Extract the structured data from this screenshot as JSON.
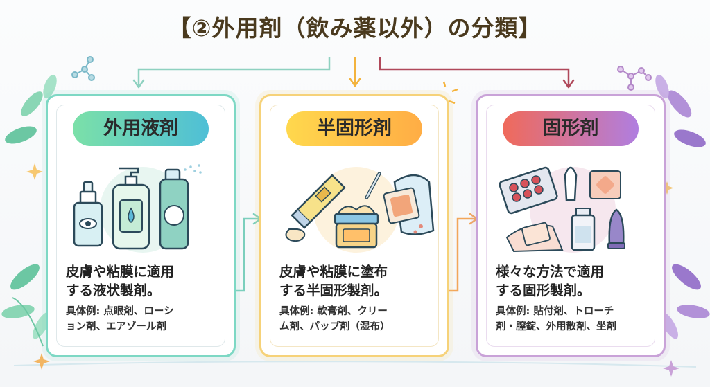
{
  "title": "【②外用剤（飲み薬以外）の分類】",
  "cards": [
    {
      "heading": "外用液剤",
      "description_line1": "皮膚や粘膜に適用",
      "description_line2": "する液状製剤。",
      "examples_line1": "具体例: 点眼剤、ローシ",
      "examples_line2": "ョン剤、エアゾール剤",
      "illustration": [
        "eye-drop-bottle-icon",
        "lotion-pump-bottle-icon",
        "aerosol-spray-can-icon"
      ]
    },
    {
      "heading": "半固形剤",
      "description_line1": "皮膚や粘膜に塗布",
      "description_line2": "する半固形製剤。",
      "examples_line1": "具体例: 軟膏剤、クリー",
      "examples_line2": "ム剤、パップ剤（湿布）",
      "illustration": [
        "ointment-tube-icon",
        "cream-jar-icon",
        "poultice-patch-icon"
      ]
    },
    {
      "heading": "固形剤",
      "description_line1": "様々な方法で適用",
      "description_line2": "する固形製剤。",
      "examples_line1": "具体例: 貼付剤、トローチ",
      "examples_line2": "剤・膣錠、外用散剤、坐剤",
      "illustration": [
        "tablet-blister-pack-icon",
        "suppository-icon",
        "adhesive-patch-icon",
        "powder-bottle-icon",
        "vaginal-tablet-icon"
      ]
    }
  ],
  "colors": {
    "teal": "#5cc9b8",
    "orange": "#f5a623",
    "purple": "#9b59b6",
    "red": "#c0504d",
    "title": "#4a3a1e"
  }
}
